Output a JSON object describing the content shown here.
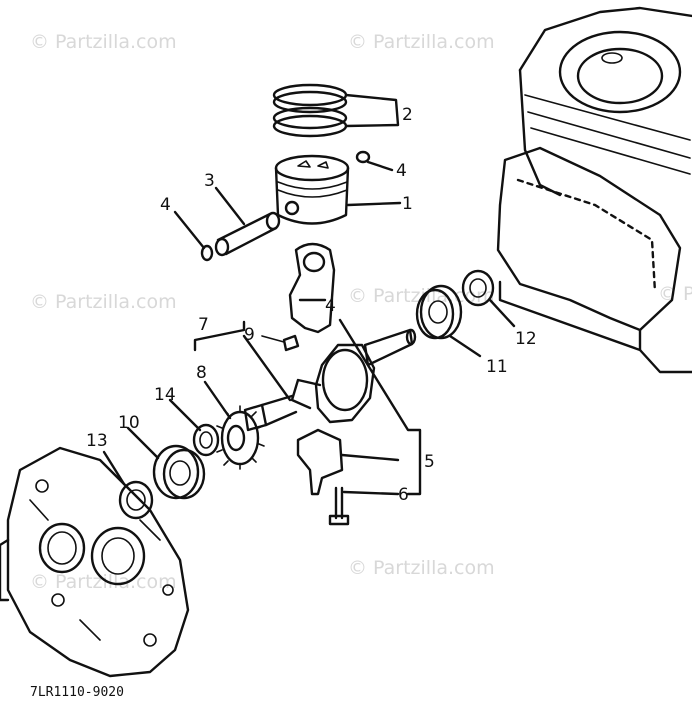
{
  "watermark": "© Partzilla.com",
  "part_code": "7LR1110-9020",
  "callouts": {
    "c1": "1",
    "c2": "2",
    "c3": "3",
    "c4a": "4",
    "c4b": "4",
    "c4c": "4",
    "c5": "5",
    "c6": "6",
    "c7": "7",
    "c8": "8",
    "c9": "9",
    "c10": "10",
    "c11": "11",
    "c12": "12",
    "c13": "13",
    "c14": "14"
  }
}
